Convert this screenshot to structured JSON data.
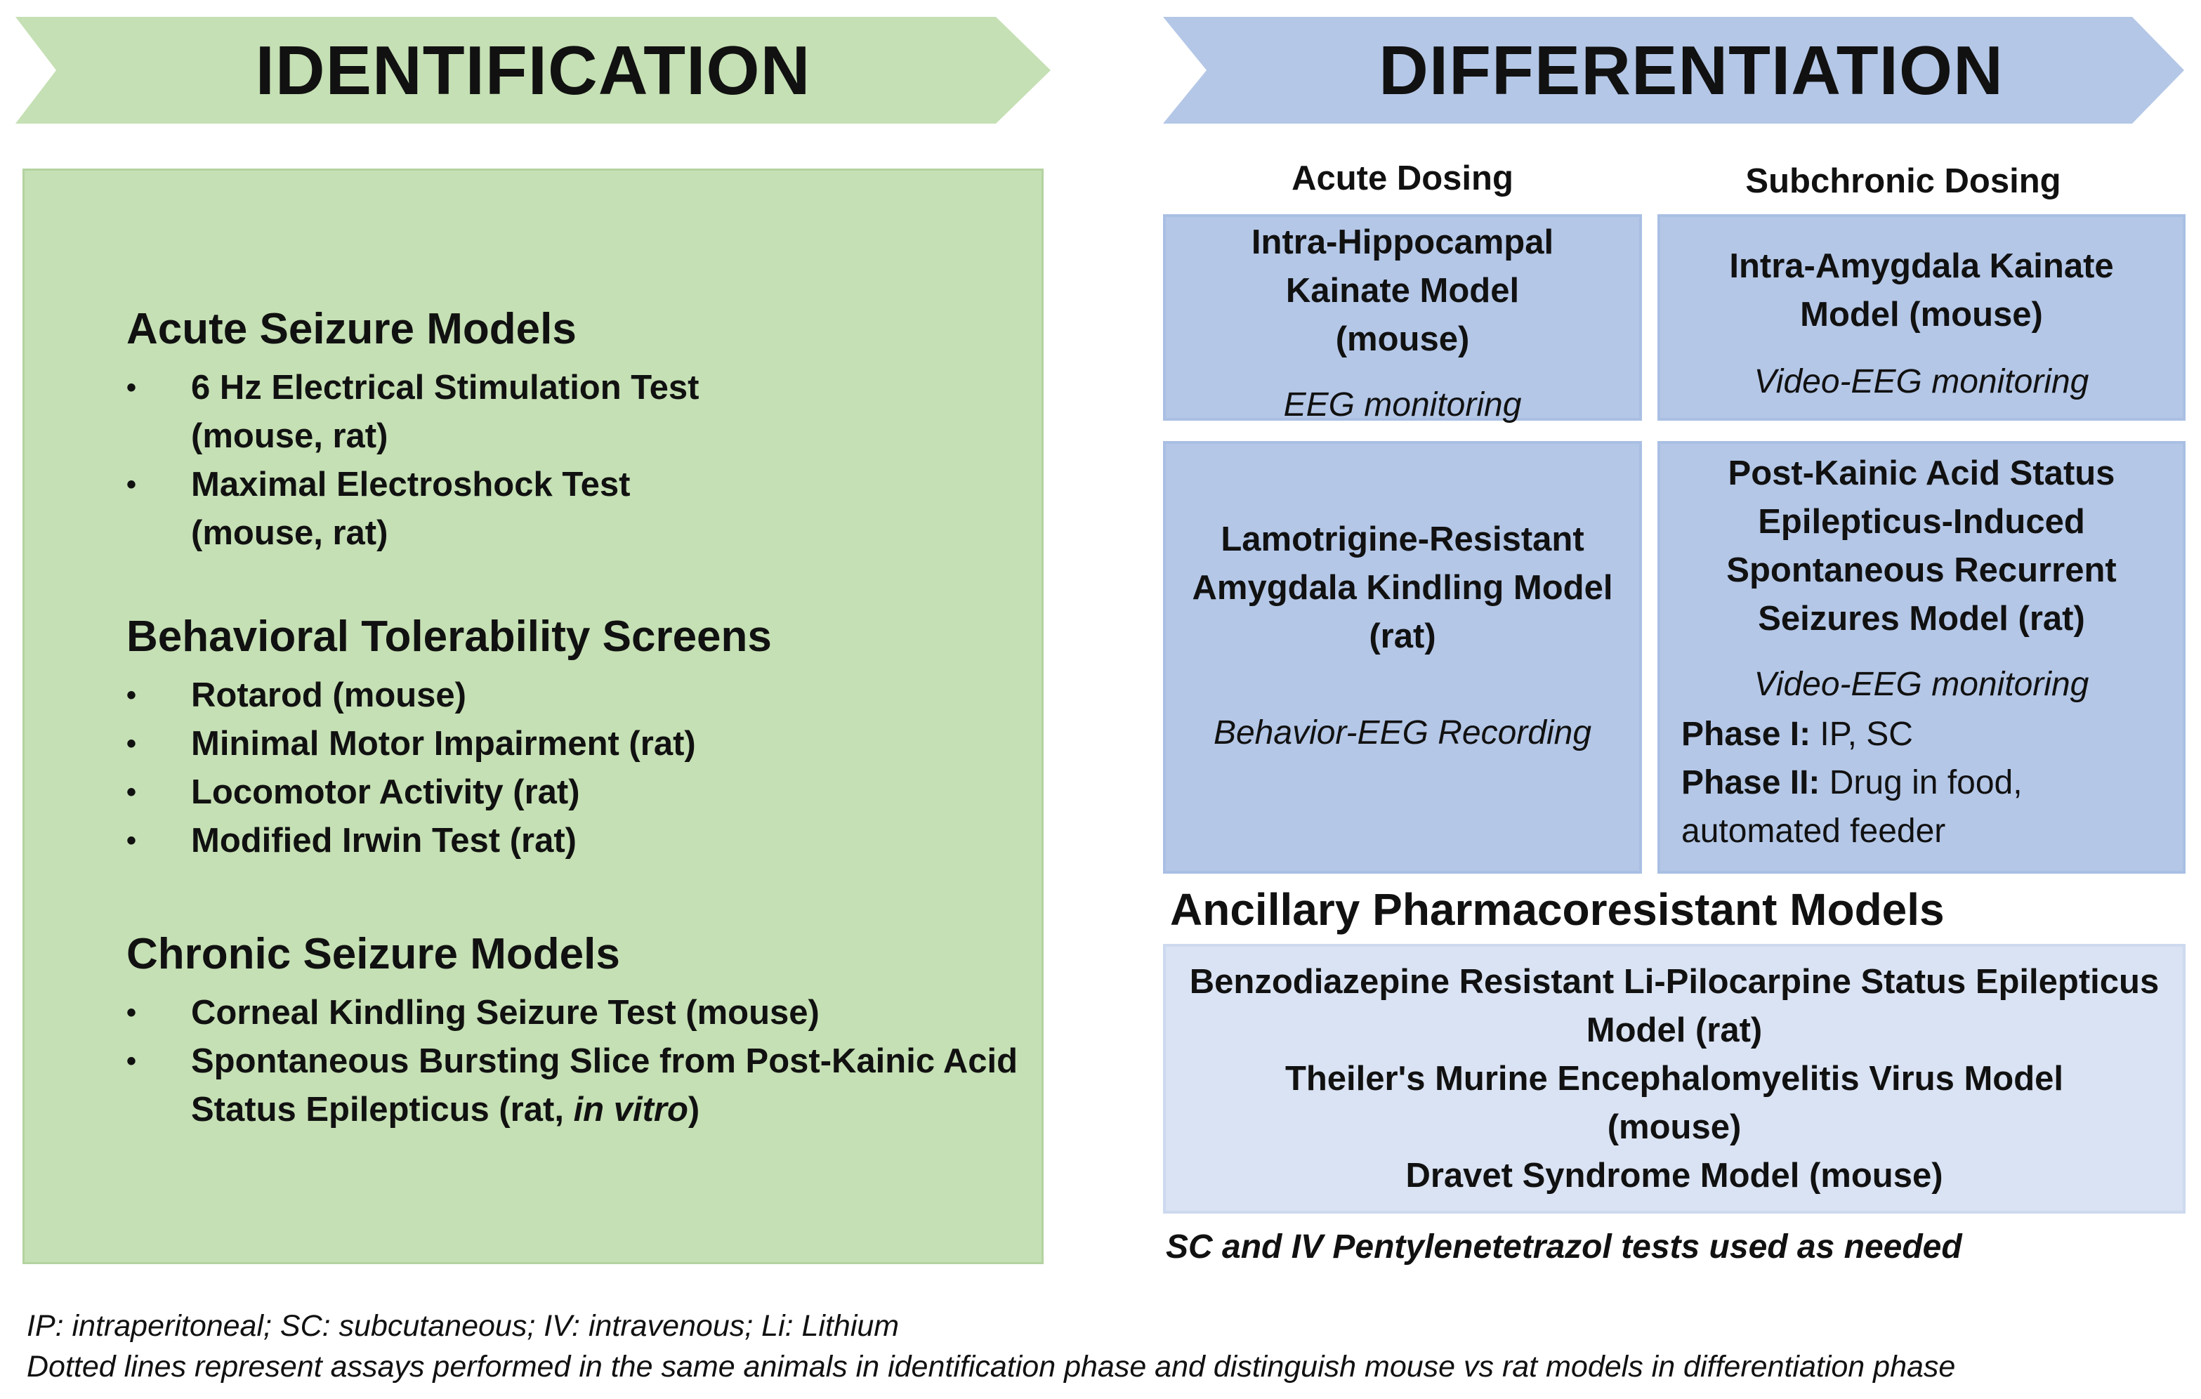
{
  "identification": {
    "title": "IDENTIFICATION",
    "sections": [
      {
        "title": "Acute Seizure Models",
        "items": [
          [
            "6 Hz Electrical Stimulation Test",
            "(mouse, rat)"
          ],
          [
            "Maximal Electroshock Test",
            "(mouse, rat)"
          ]
        ]
      },
      {
        "title": "Behavioral Tolerability Screens",
        "items": [
          [
            "Rotarod (mouse)"
          ],
          [
            "Minimal Motor Impairment (rat)"
          ],
          [
            "Locomotor Activity (rat)"
          ],
          [
            "Modified Irwin Test (rat)"
          ]
        ]
      },
      {
        "title": "Chronic Seizure Models",
        "items": [
          [
            "Corneal Kindling Seizure Test (mouse)"
          ]
        ]
      }
    ],
    "last_item": {
      "line1": "Spontaneous Bursting Slice from Post-Kainic Acid",
      "line2_a": "Status Epilepticus (rat, ",
      "line2_em": "in vitro",
      "line2_b": ")"
    },
    "bullet_glyph": "•"
  },
  "differentiation": {
    "title": "DIFFERENTIATION",
    "acute_header": "Acute Dosing",
    "subchronic_header": "Subchronic Dosing",
    "box_ihk": {
      "lines": [
        "Intra-Hippocampal",
        "Kainate Model",
        "(mouse)"
      ],
      "note": "EEG monitoring"
    },
    "box_iak": {
      "lines": [
        "Intra-Amygdala Kainate",
        "Model (mouse)"
      ],
      "note": "Video-EEG monitoring"
    },
    "box_lrak": {
      "lines": [
        "Lamotrigine-Resistant",
        "Amygdala Kindling Model",
        "(rat)"
      ],
      "note": "Behavior-EEG Recording"
    },
    "box_pka": {
      "lines": [
        "Post-Kainic Acid Status",
        "Epilepticus-Induced",
        "Spontaneous Recurrent",
        "Seizures Model (rat)"
      ],
      "note": "Video-EEG monitoring",
      "phase1_label": "Phase I:",
      "phase1_text": " IP, SC",
      "phase2_label": "Phase II:",
      "phase2_text": " Drug in food,",
      "phase2_text2": "automated feeder"
    },
    "ancillary_title": "Ancillary Pharmacoresistant Models",
    "ancillary_lines": [
      "Benzodiazepine Resistant Li-Pilocarpine Status Epilepticus",
      "Model (rat)",
      "Theiler's Murine Encephalomyelitis Virus Model",
      "(mouse)",
      "Dravet Syndrome Model (mouse)"
    ],
    "ptz_note": "SC and IV Pentylenetetrazol tests used as needed"
  },
  "footnotes": [
    "IP: intraperitoneal; SC: subcutaneous; IV: intravenous; Li: Lithium",
    "Dotted lines represent assays performed in the same animals in identification phase and distinguish mouse vs rat models in differentiation phase"
  ],
  "colors": {
    "green_arrow": "#c5e0b4",
    "green_panel": "#c5e0b4",
    "blue_arrow": "#b4c7e7",
    "blue_box": "#b4c7e7",
    "light_blue_box": "#dae3f3"
  }
}
